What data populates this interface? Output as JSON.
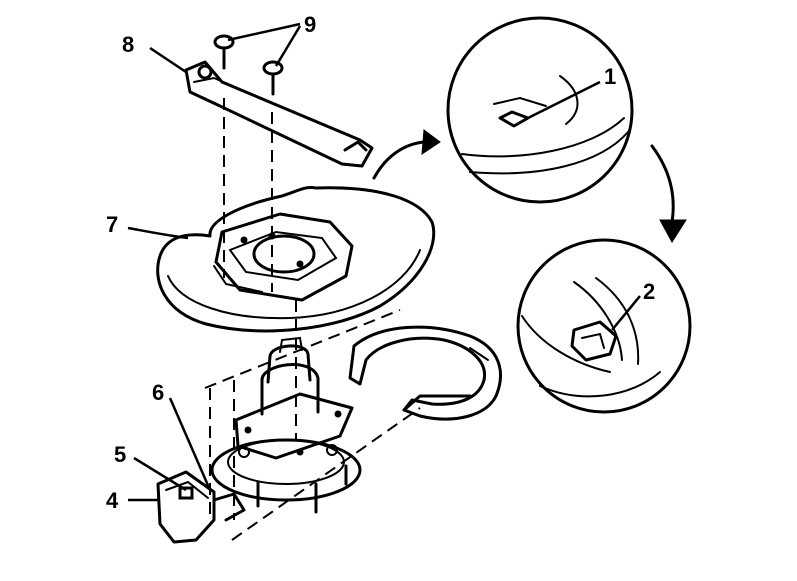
{
  "callouts": {
    "c1": "1",
    "c2": "2",
    "c4": "4",
    "c5": "5",
    "c6": "6",
    "c7": "7",
    "c8": "8",
    "c9": "9"
  },
  "colors": {
    "ink": "#000000",
    "paper": "#ffffff"
  }
}
